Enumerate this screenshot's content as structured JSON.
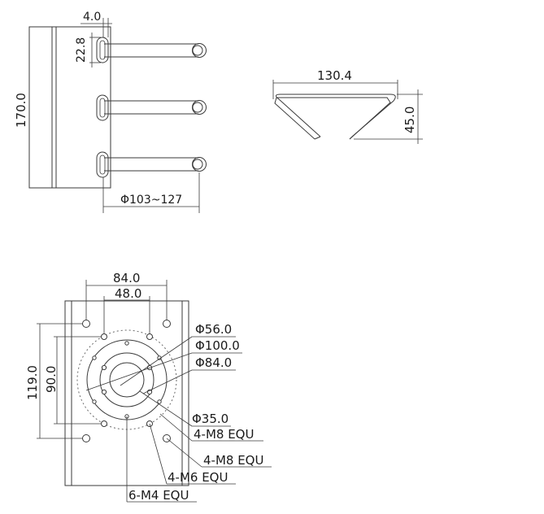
{
  "side_view": {
    "dim_thickness": "4.0",
    "dim_slot": "22.8",
    "dim_height": "170.0",
    "dim_pole_diameter": "Φ103~127"
  },
  "top_view": {
    "dim_width": "130.4",
    "dim_depth": "45.0"
  },
  "plate_view": {
    "dim_outer_width": "84.0",
    "dim_inner_width": "48.0",
    "dim_outer_height": "119.0",
    "dim_inner_height": "90.0",
    "callout_d56": "Φ56.0",
    "callout_d100": "Φ100.0",
    "callout_d84": "Φ84.0",
    "callout_d35": "Φ35.0",
    "callout_m8_inner": "4-M8 EQU",
    "callout_m8_outer": "4-M8 EQU",
    "callout_m6": "4-M6 EQU",
    "callout_m4": "6-M4 EQU"
  }
}
